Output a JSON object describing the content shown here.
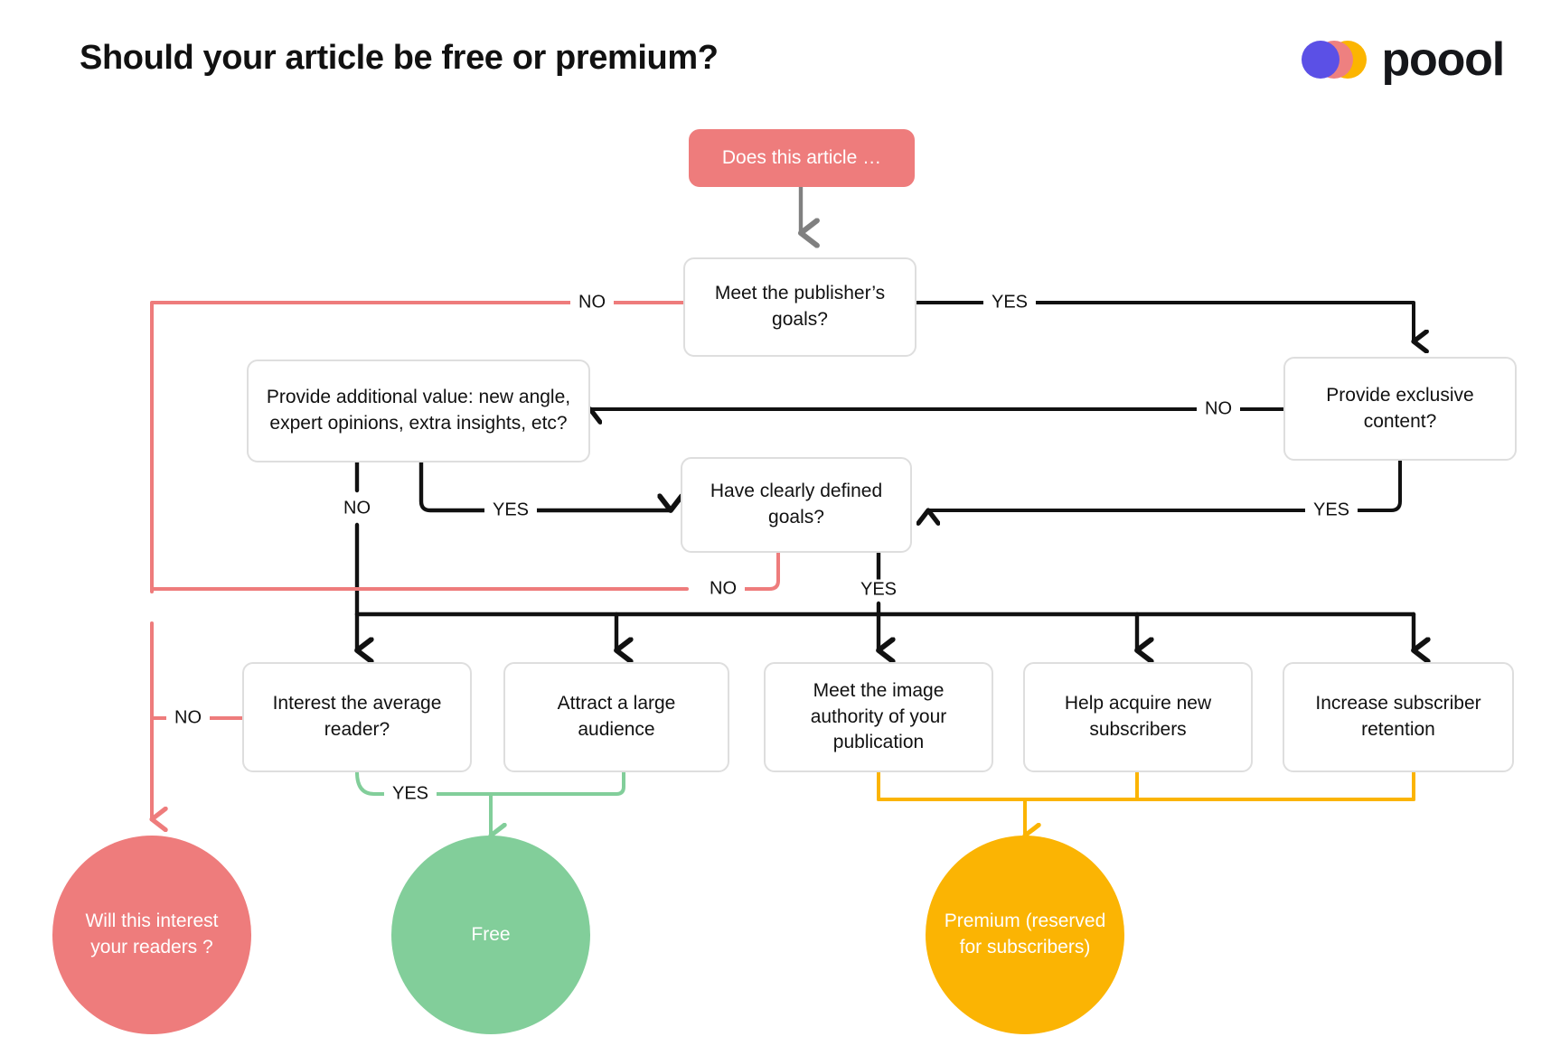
{
  "header": {
    "title": "Should your article be free or premium?",
    "brand_name": "poool",
    "logo_colors": [
      "#5B50E6",
      "#EE8080",
      "#FCB500"
    ]
  },
  "palette": {
    "red": "#EE7C7C",
    "green": "#82CE9A",
    "amber": "#FBB403",
    "black": "#111111",
    "box_border": "#DEDEDE",
    "arrow_gray": "#808080"
  },
  "chart_data": {
    "type": "flowchart",
    "title": "Should your article be free or premium?",
    "nodes": [
      {
        "id": "start",
        "label": "Does this article …",
        "shape": "pill",
        "color": "#EE7C7C"
      },
      {
        "id": "goals",
        "label": "Meet the publisher’s goals?",
        "shape": "box"
      },
      {
        "id": "exclusive",
        "label": "Provide exclusive content?",
        "shape": "box"
      },
      {
        "id": "addvalue",
        "label": "Provide additional value: new angle, expert opinions, extra insights, etc?",
        "shape": "box"
      },
      {
        "id": "defined",
        "label": "Have clearly defined goals?",
        "shape": "box"
      },
      {
        "id": "interest",
        "label": "Interest the average reader?",
        "shape": "box"
      },
      {
        "id": "attract",
        "label": "Attract a large audience",
        "shape": "box"
      },
      {
        "id": "authority",
        "label": "Meet the image authority of your publication",
        "shape": "box"
      },
      {
        "id": "acquire",
        "label": "Help acquire new subscribers",
        "shape": "box"
      },
      {
        "id": "retention",
        "label": "Increase subscriber retention",
        "shape": "box"
      },
      {
        "id": "readers",
        "label": "Will this interest your readers ?",
        "shape": "circle",
        "color": "#EE7C7C"
      },
      {
        "id": "free",
        "label": "Free",
        "shape": "circle",
        "color": "#82CE9A"
      },
      {
        "id": "premium",
        "label": "Premium (reserved for subscribers)",
        "shape": "circle",
        "color": "#FBB403"
      }
    ],
    "edges": [
      {
        "from": "start",
        "to": "goals",
        "label": "",
        "color": "#808080"
      },
      {
        "from": "goals",
        "to": "readers",
        "label": "NO",
        "color": "#EE7C7C"
      },
      {
        "from": "goals",
        "to": "exclusive",
        "label": "YES",
        "color": "#111111"
      },
      {
        "from": "exclusive",
        "to": "addvalue",
        "label": "NO",
        "color": "#111111"
      },
      {
        "from": "exclusive",
        "to": "defined",
        "label": "YES",
        "color": "#111111"
      },
      {
        "from": "addvalue",
        "to": "defined",
        "label": "YES",
        "color": "#111111"
      },
      {
        "from": "addvalue",
        "to": "interest",
        "label": "NO",
        "color": "#111111"
      },
      {
        "from": "defined",
        "to": "readers",
        "label": "NO",
        "color": "#EE7C7C"
      },
      {
        "from": "defined",
        "to": "outcomes",
        "label": "YES",
        "color": "#111111"
      },
      {
        "from": "interest",
        "to": "free",
        "label": "YES",
        "color": "#82CE9A"
      },
      {
        "from": "attract",
        "to": "free",
        "label": "",
        "color": "#82CE9A"
      },
      {
        "from": "authority",
        "to": "premium",
        "label": "",
        "color": "#FBB403"
      },
      {
        "from": "acquire",
        "to": "premium",
        "label": "",
        "color": "#FBB403"
      },
      {
        "from": "retention",
        "to": "premium",
        "label": "",
        "color": "#FBB403"
      }
    ]
  },
  "nodes": {
    "start": {
      "label": "Does this article …"
    },
    "goals": {
      "label": "Meet the publisher’s goals?"
    },
    "exclusive": {
      "label": "Provide exclusive content?"
    },
    "addvalue": {
      "label": "Provide additional value: new angle, expert opinions, extra insights, etc?"
    },
    "defined": {
      "label": "Have clearly defined goals?"
    },
    "interest": {
      "label": "Interest the average reader?"
    },
    "attract": {
      "label": "Attract a large audience"
    },
    "authority": {
      "label": "Meet the image authority of your publication"
    },
    "acquire": {
      "label": "Help acquire new subscribers"
    },
    "retention": {
      "label": "Increase subscriber retention"
    },
    "readers": {
      "label": "Will this interest your readers ?"
    },
    "free": {
      "label": "Free"
    },
    "premium": {
      "label": "Premium (reserved for subscribers)"
    }
  },
  "edge_labels": {
    "goals_no": "NO",
    "goals_yes": "YES",
    "exclusive_no": "NO",
    "exclusive_yes": "YES",
    "addvalue_no": "NO",
    "addvalue_yes": "YES",
    "defined_no": "NO",
    "defined_yes": "YES",
    "interest_no": "NO",
    "interest_yes": "YES"
  }
}
